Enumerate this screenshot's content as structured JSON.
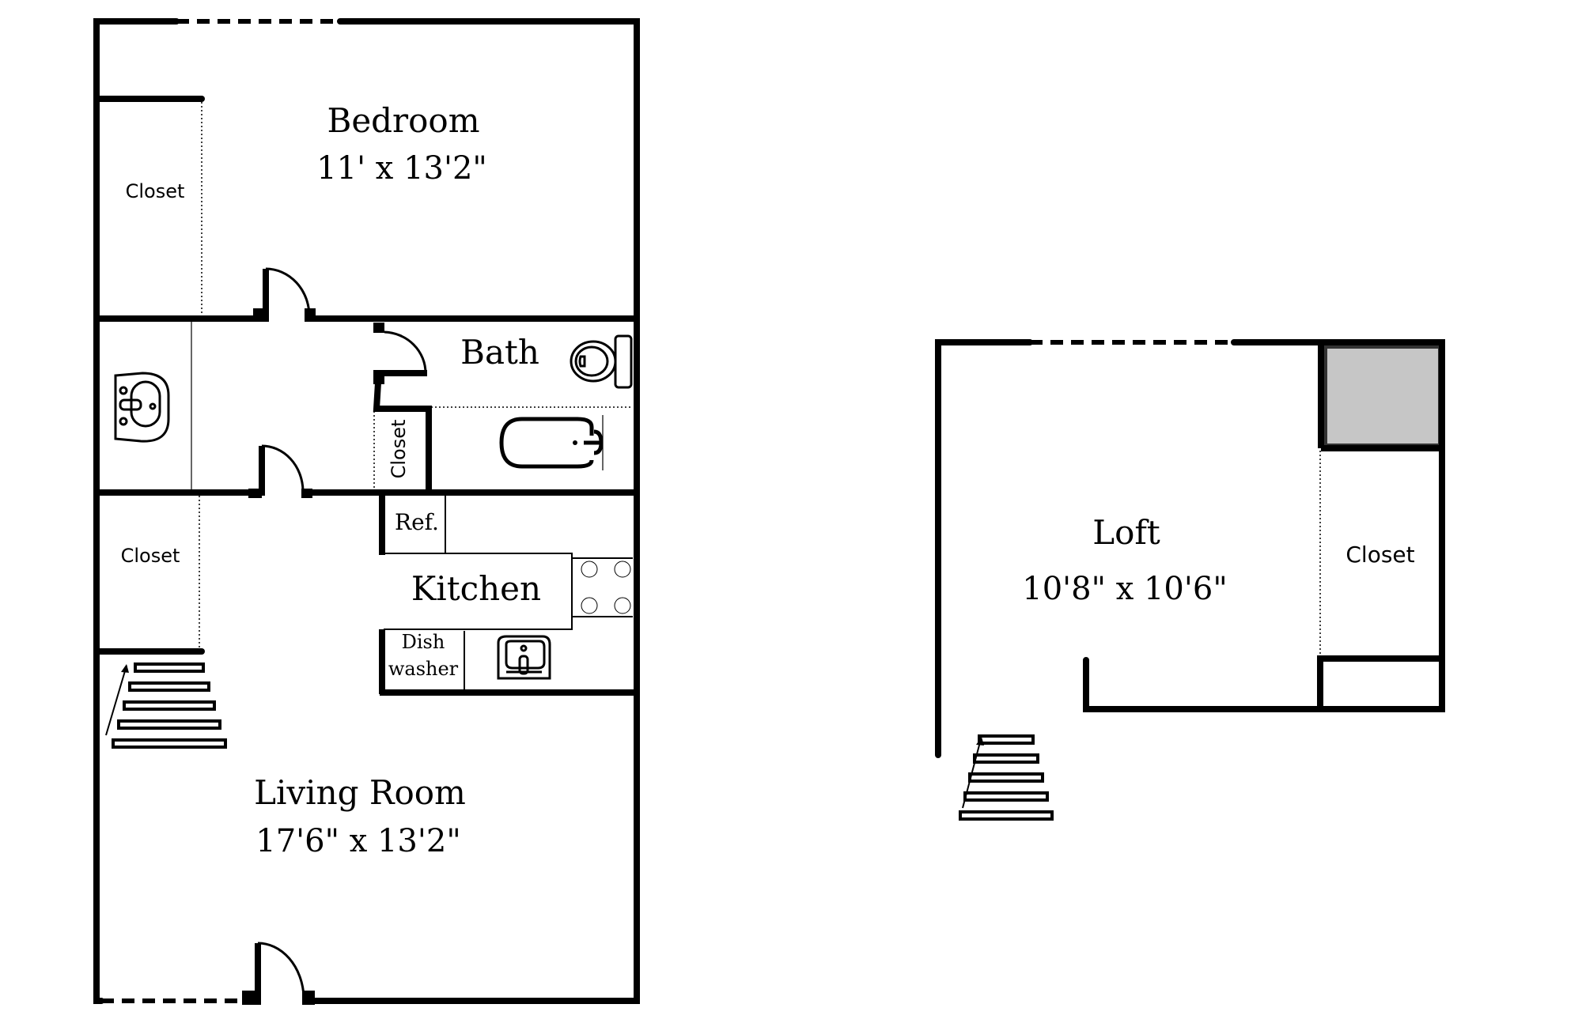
{
  "floor_plan": {
    "main_level": {
      "rooms": [
        {
          "id": "bedroom",
          "name": "Bedroom",
          "dimensions": "11' x 13'2\""
        },
        {
          "id": "living_room",
          "name": "Living Room",
          "dimensions": "17'6\" x 13'2\""
        },
        {
          "id": "bath",
          "name": "Bath"
        },
        {
          "id": "kitchen",
          "name": "Kitchen"
        }
      ],
      "labels": {
        "bedroom_closet": "Closet",
        "hall_closet": "Closet",
        "living_closet": "Closet",
        "refrigerator": "Ref.",
        "dishwasher_line1": "Dish",
        "dishwasher_line2": "washer"
      },
      "fixtures": [
        "vanity-sink-icon",
        "toilet-icon",
        "bathtub-icon",
        "stove-icon",
        "kitchen-sink-icon",
        "stairs-icon"
      ]
    },
    "loft_level": {
      "rooms": [
        {
          "id": "loft",
          "name": "Loft",
          "dimensions": "10'8\" x 10'6\""
        }
      ],
      "labels": {
        "loft_closet": "Closet"
      },
      "colors": {
        "shaded_area": "#c6c6c6"
      },
      "fixtures": [
        "stairs-icon"
      ]
    }
  }
}
